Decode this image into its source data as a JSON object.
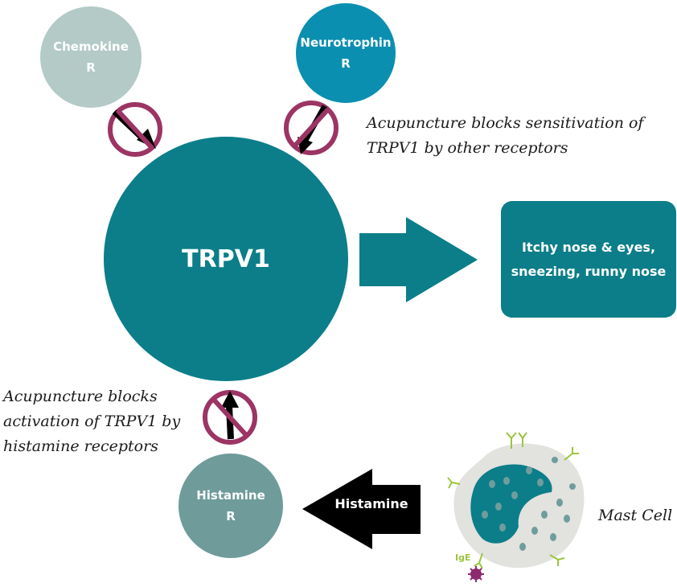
{
  "nodes": {
    "chemokine": {
      "line1": "Chemokine",
      "line2": "R"
    },
    "neurotrophin": {
      "line1": "Neurotrophin",
      "line2": "R"
    },
    "trpv1": {
      "label": "TRPV1"
    },
    "histamine_receptor": {
      "line1": "Histamine",
      "line2": "R"
    }
  },
  "symptoms": {
    "line1": "Itchy nose & eyes,",
    "line2": "sneezing, runny nose"
  },
  "histamine_arrow": {
    "label": "Histamine"
  },
  "notes": {
    "top": {
      "line1": "Acupuncture blocks sensitivation of",
      "line2": "TRPV1 by other receptors"
    },
    "left": {
      "line1": "Acupuncture blocks",
      "line2": "activation of TRPV1 by",
      "line3": "histamine receptors"
    }
  },
  "mast_cell": {
    "label": "Mast Cell",
    "ige_label": "IgE"
  },
  "colors": {
    "trpv1": "#0b7e89",
    "chemokine": "#b3cac6",
    "neurotrophin": "#0b8fb0",
    "histamine_receptor": "#709b9b",
    "block_symbol": "#9c3464",
    "histamine_arrow": "#000000",
    "ige": "#9bc53d"
  }
}
